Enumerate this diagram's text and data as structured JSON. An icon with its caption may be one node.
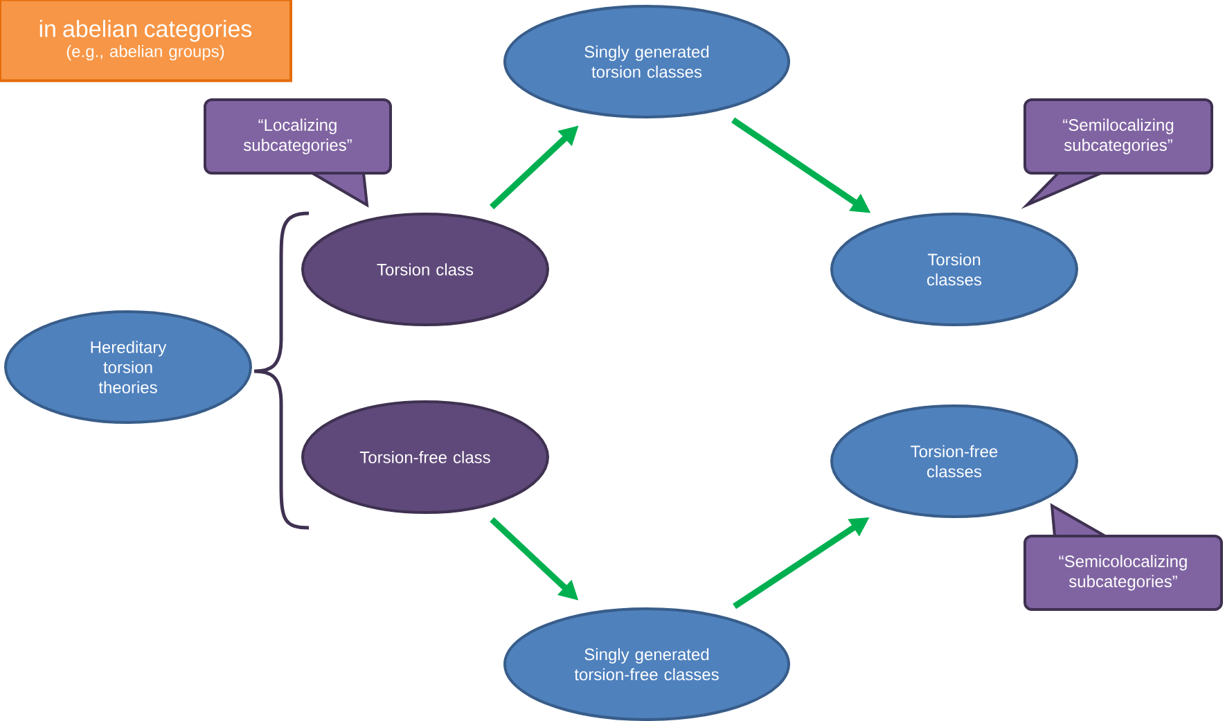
{
  "diagram": {
    "nodes": [
      {
        "text": [
          "in abelian categories",
          "(e.g., abelian groups)"
        ]
      },
      {
        "text": [
          "Singly generated torsion classes"
        ]
      },
      {
        "text": [
          "“Localizing subcategories”"
        ]
      },
      {
        "text": [
          "“Semilocalizing subcategories”"
        ]
      },
      {
        "text": [
          "Torsion class"
        ]
      },
      {
        "text": [
          "Torsion classes"
        ]
      },
      {
        "text": [
          "Hereditary torsion theories"
        ]
      },
      {
        "text": [
          "Torsion-free class"
        ]
      },
      {
        "text": [
          "Torsion-free classes"
        ]
      },
      {
        "text": [
          "“Semicolocalizing subcategories”"
        ]
      },
      {
        "text": [
          "Singly generated torsion-free classes"
        ]
      }
    ],
    "edges": [
      {
        "from": 4,
        "to": 1,
        "arrow": "to"
      },
      {
        "from": 1,
        "to": 5,
        "arrow": "to"
      },
      {
        "from": 7,
        "to": 10,
        "arrow": "to"
      },
      {
        "from": 10,
        "to": 8,
        "arrow": "to"
      }
    ]
  }
}
